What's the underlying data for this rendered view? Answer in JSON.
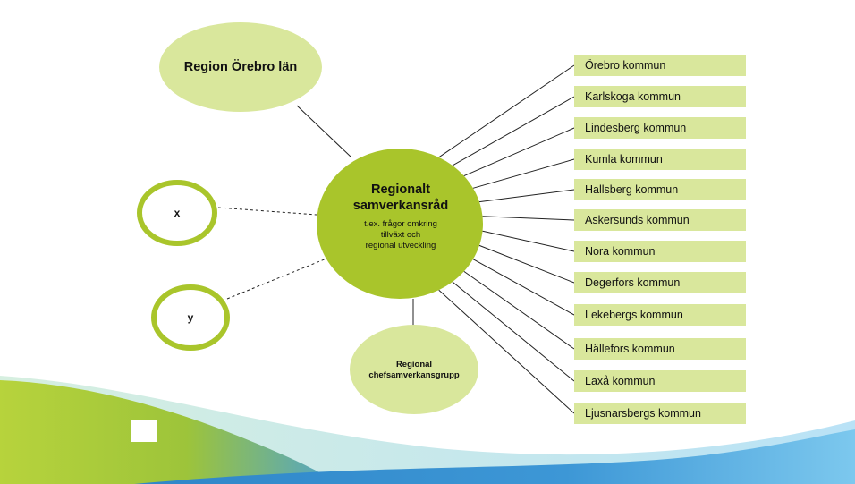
{
  "colors": {
    "light_green": "#d9e79c",
    "mid_green": "#a9c52b",
    "ring_green": "#a9c52b",
    "wave_green": "#b5d23a",
    "wave_blue": "#3a8fd0",
    "wave_light_blue": "#bfe3f7"
  },
  "nodes": {
    "region": {
      "label": "Region Örebro län"
    },
    "center": {
      "title_line1": "Regionalt",
      "title_line2": "samverkansråd",
      "sub_line1": "t.ex. frågor omkring",
      "sub_line2": "tillväxt och",
      "sub_line3": "regional utveckling"
    },
    "x": {
      "label": "x"
    },
    "y": {
      "label": "y"
    },
    "chef": {
      "line1": "Regional",
      "line2": "chefsamverkansgrupp"
    }
  },
  "municipalities": [
    "Örebro kommun",
    "Karlskoga kommun",
    "Lindesberg kommun",
    "Kumla kommun",
    "Hallsberg kommun",
    "Askersunds kommun",
    "Nora kommun",
    "Degerfors kommun",
    "Lekebergs kommun",
    "Hällefors kommun",
    "Laxå kommun",
    "Ljusnarsbergs kommun"
  ]
}
